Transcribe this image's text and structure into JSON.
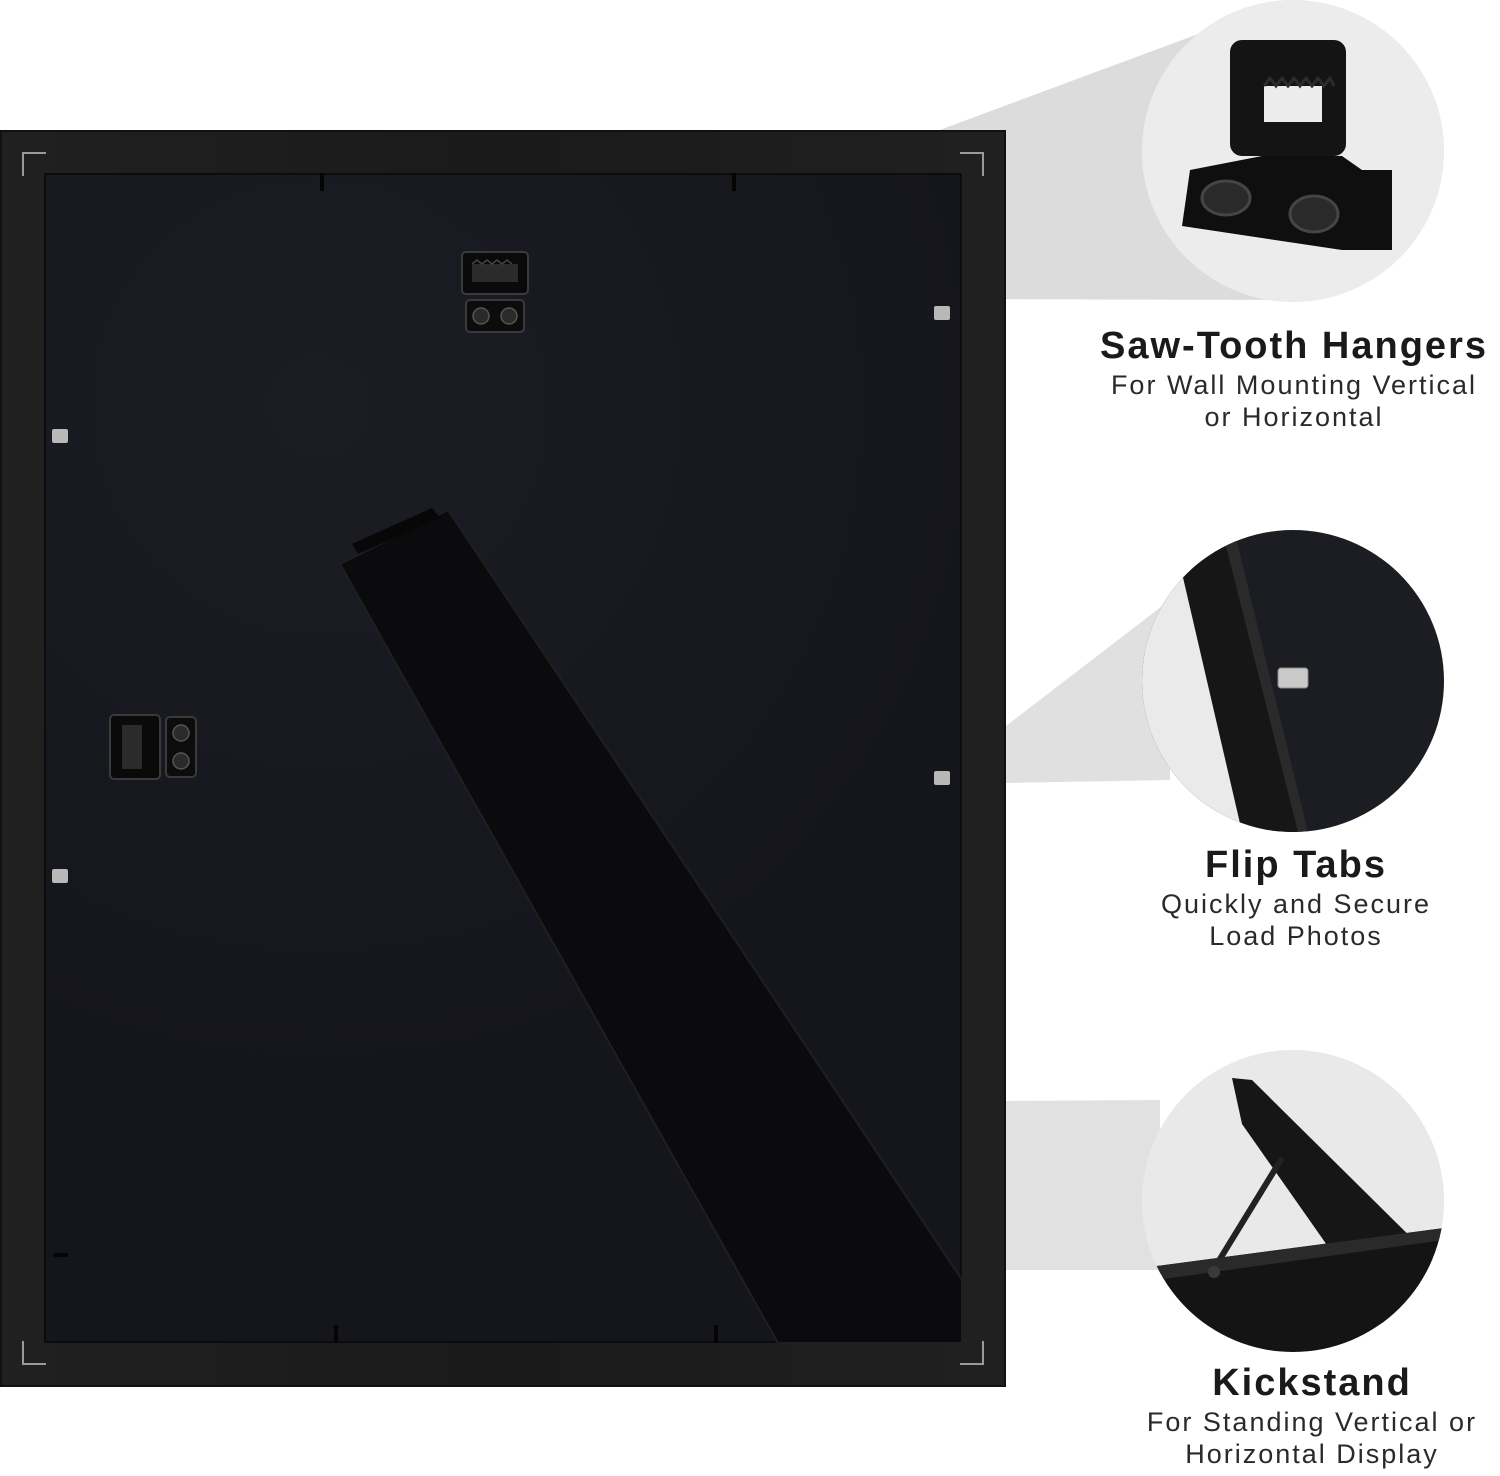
{
  "features": [
    {
      "title": "Saw-Tooth Hangers",
      "desc_line1": "For Wall Mounting Vertical",
      "desc_line2": "or Horizontal",
      "icon": "saw-tooth-hanger-icon"
    },
    {
      "title": "Flip Tabs",
      "desc_line1": "Quickly and Secure",
      "desc_line2": "Load Photos",
      "icon": "flip-tab-icon"
    },
    {
      "title": "Kickstand",
      "desc_line1": "For Standing Vertical or",
      "desc_line2": "Horizontal Display",
      "icon": "kickstand-icon"
    }
  ],
  "colors": {
    "frame": "#1c1c1c",
    "backing": "#15161c",
    "beam": "#d9d9d9",
    "text": "#1a1a1a"
  }
}
